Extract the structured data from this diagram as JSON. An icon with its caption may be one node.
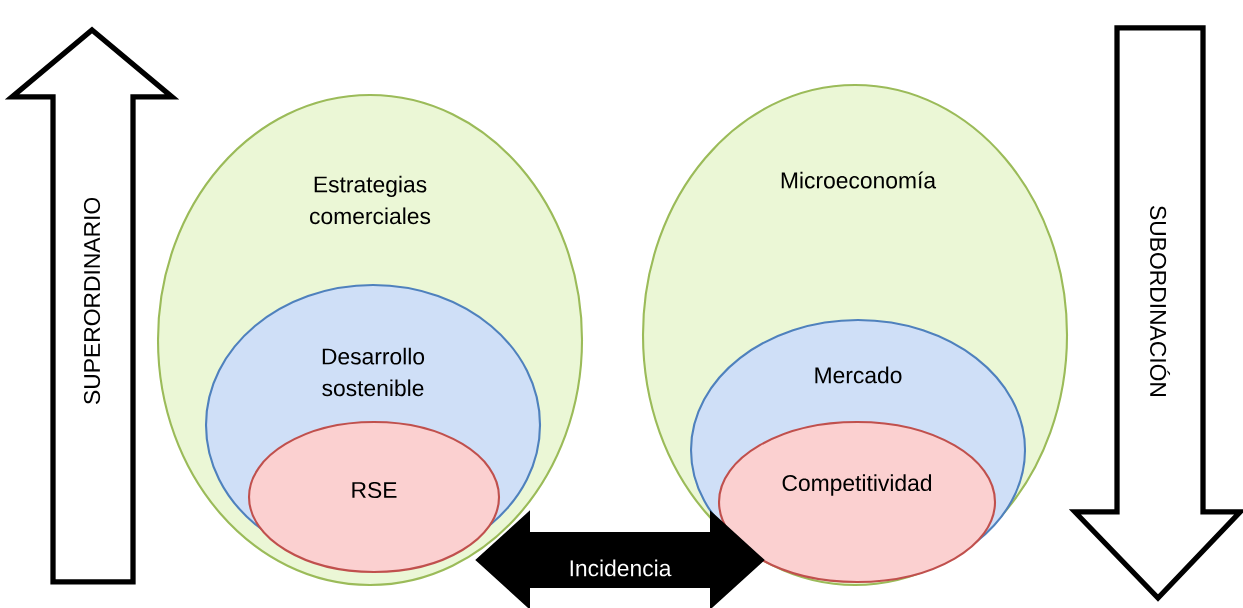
{
  "diagram": {
    "nodes": [
      {
        "text": [
          "SUPERORDINARIO"
        ]
      },
      {
        "text": [
          "Estrategias comerciales"
        ]
      },
      {
        "text": [
          "Desarrollo sostenible"
        ],
        "in": 1
      },
      {
        "text": [
          "RSE"
        ],
        "in": 2
      },
      {
        "text": [
          "Microeconomía"
        ]
      },
      {
        "text": [
          "Mercado"
        ],
        "in": 4
      },
      {
        "text": [
          "Competitividad"
        ],
        "in": 5
      },
      {
        "text": [
          "SUBORDINACIÓN"
        ]
      }
    ],
    "edges": [
      {
        "from": 3,
        "to": 6,
        "arrow": "both",
        "label": "Incidencia"
      }
    ]
  }
}
